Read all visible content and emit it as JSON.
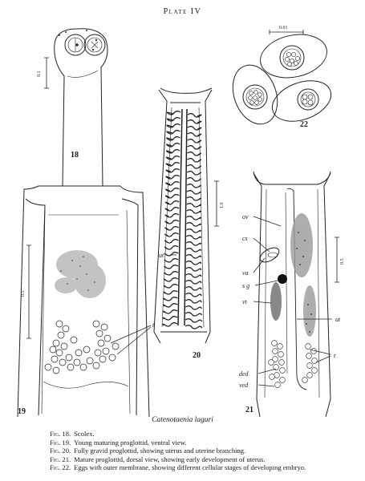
{
  "plate_title": "Plate IV",
  "species_name": "Catenotaenia laguri",
  "figures": {
    "fig18": {
      "number": "18",
      "scale": "0.1"
    },
    "fig19": {
      "number": "19",
      "scale": "0.5",
      "labels": {
        "t": "t"
      }
    },
    "fig20": {
      "number": "20",
      "scale": "1.0",
      "labels": {
        "ut": "ut"
      }
    },
    "fig21": {
      "number": "21",
      "scale": "0.5",
      "labels": {
        "ov": "ov",
        "cs": "cs",
        "va": "va",
        "sg": "s g",
        "vt": "vt",
        "ut": "ut",
        "ded": "ded",
        "ved": "ved",
        "t": "t"
      }
    },
    "fig22": {
      "number": "22",
      "scale": "0.01"
    }
  },
  "captions": [
    {
      "fig": "Fig. 18.",
      "text": "Scolex."
    },
    {
      "fig": "Fig. 19.",
      "text": "Young maturing proglottid, ventral view."
    },
    {
      "fig": "Fig. 20.",
      "text": "Fully gravid proglottid, showing uterus and uterine branching."
    },
    {
      "fig": "Fig. 21.",
      "text": "Mature proglottid, dorsal view, showing early development of uterus."
    },
    {
      "fig": "Fig. 22.",
      "text": "Eggs with outer membrane, showing different cellular stages of developing embryo."
    }
  ]
}
